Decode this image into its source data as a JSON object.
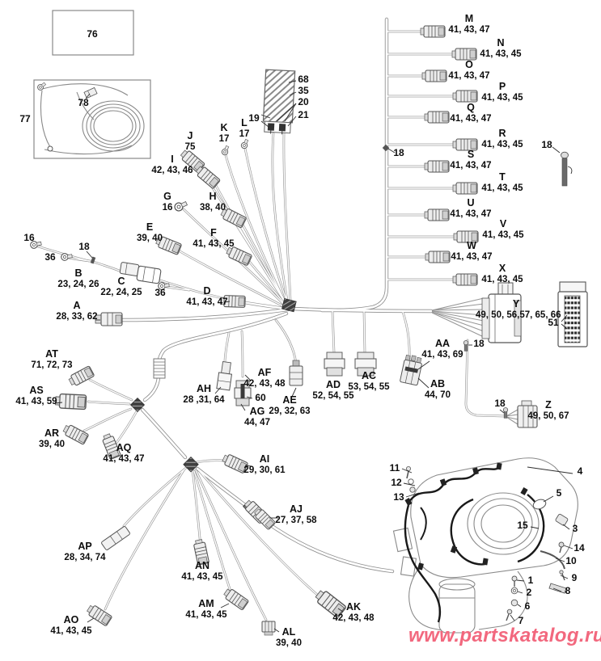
{
  "watermark": {
    "text": "www.partskatalog.ru",
    "color": "#f2687e"
  },
  "numbers": {
    "1": "1",
    "2": "2",
    "3": "3",
    "4": "4",
    "5": "5",
    "6": "6",
    "7": "7",
    "8": "8",
    "9": "9",
    "10": "10",
    "11": "11",
    "12": "12",
    "13": "13",
    "14": "14",
    "15": "15",
    "16": "16",
    "18": "18",
    "19": "19",
    "20": "20",
    "21": "21",
    "35": "35",
    "36": "36",
    "51": "51",
    "60": "60",
    "68": "68",
    "76": "76",
    "77": "77",
    "78": "78"
  },
  "connectors": {
    "A": {
      "letter": "A",
      "values": "28, 33, 62"
    },
    "B": {
      "letter": "B",
      "values": "23, 24, 26"
    },
    "C": {
      "letter": "C",
      "values": "22, 24, 25"
    },
    "D": {
      "letter": "D",
      "values": "41, 43, 47"
    },
    "E": {
      "letter": "E",
      "values": "39, 40"
    },
    "F": {
      "letter": "F",
      "values": "41, 43, 45"
    },
    "G": {
      "letter": "G",
      "values": "16"
    },
    "H": {
      "letter": "H",
      "values": "38, 40"
    },
    "I": {
      "letter": "I",
      "values": "42, 43, 46"
    },
    "J": {
      "letter": "J",
      "values": "75"
    },
    "K": {
      "letter": "K",
      "values": "17"
    },
    "L": {
      "letter": "L",
      "values": "17"
    },
    "M": {
      "letter": "M",
      "values": "41, 43, 47"
    },
    "N": {
      "letter": "N",
      "values": "41, 43, 45"
    },
    "O": {
      "letter": "O",
      "values": "41, 43, 47"
    },
    "P": {
      "letter": "P",
      "values": "41, 43, 45"
    },
    "Q": {
      "letter": "Q",
      "values": "41, 43, 47"
    },
    "R": {
      "letter": "R",
      "values": "41, 43, 45"
    },
    "S": {
      "letter": "S",
      "values": "41, 43, 47"
    },
    "T": {
      "letter": "T",
      "values": "41, 43, 45"
    },
    "U": {
      "letter": "U",
      "values": "41, 43, 47"
    },
    "V": {
      "letter": "V",
      "values": "41, 43, 45"
    },
    "W": {
      "letter": "W",
      "values": "41, 43, 47"
    },
    "X": {
      "letter": "X",
      "values": "41, 43, 45"
    },
    "Y": {
      "letter": "Y",
      "values": "49, 50, 56,",
      "values2": "57, 65, 66"
    },
    "Z": {
      "letter": "Z",
      "values": "49, 50, 67"
    },
    "AA": {
      "letter": "AA",
      "values": "41, 43, 69"
    },
    "AB": {
      "letter": "AB",
      "values": "44, 70"
    },
    "AC": {
      "letter": "AC",
      "values": "53, 54, 55"
    },
    "AD": {
      "letter": "AD",
      "values": "52, 54, 55"
    },
    "AE": {
      "letter": "AE",
      "values": "29, 32, 63"
    },
    "AF": {
      "letter": "AF",
      "values": "42, 43, 48"
    },
    "AG": {
      "letter": "AG",
      "values": "44, 47"
    },
    "AH": {
      "letter": "AH",
      "values": "28 ,31, 64"
    },
    "AI": {
      "letter": "AI",
      "values": "29, 30, 61"
    },
    "AJ": {
      "letter": "AJ",
      "values": "27, 37, 58"
    },
    "AK": {
      "letter": "AK",
      "values": "42, 43, 48"
    },
    "AL": {
      "letter": "AL",
      "values": "39, 40"
    },
    "AM": {
      "letter": "AM",
      "values": "41, 43, 45"
    },
    "AN": {
      "letter": "AN",
      "values": "41, 43, 45"
    },
    "AO": {
      "letter": "AO",
      "values": "41, 43, 45"
    },
    "AP": {
      "letter": "AP",
      "values": "28, 34, 74"
    },
    "AQ": {
      "letter": "AQ",
      "values": "41, 43, 47"
    },
    "AR": {
      "letter": "AR",
      "values": "39, 40"
    },
    "AS": {
      "letter": "AS",
      "values": "41, 43, 59"
    },
    "AT": {
      "letter": "AT",
      "values": "71, 72, 73"
    }
  }
}
